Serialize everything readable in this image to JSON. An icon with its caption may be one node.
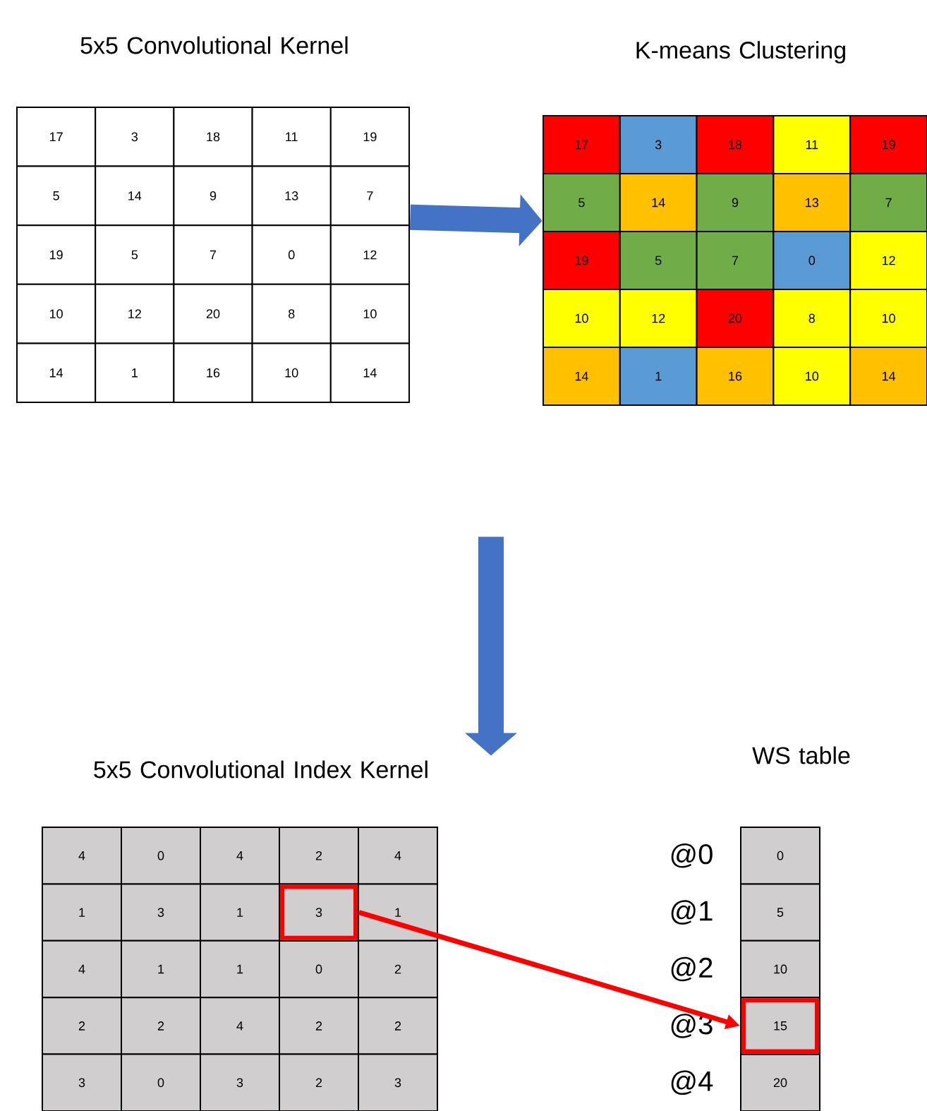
{
  "diagram": {
    "nodes": [
      {
        "text": [
          "5x5 Convolutional Kernel"
        ]
      },
      {
        "text": [
          "K-means Clustering"
        ]
      },
      {
        "text": [
          "5x5 Convolutional Index Kernel"
        ]
      },
      {
        "text": [
          "3"
        ],
        "in": 2
      },
      {
        "text": [
          "WS table"
        ]
      },
      {
        "text": [
          "15"
        ],
        "in": 4
      }
    ],
    "edges": [
      {
        "from": 0,
        "to": 1,
        "arrow": "to"
      },
      {
        "from": null,
        "to": 2,
        "arrow": "to"
      },
      {
        "from": 3,
        "to": 5,
        "arrow": "to",
        "color": "#ff0000"
      }
    ],
    "labels": [
      "17",
      "3",
      "18",
      "11",
      "19",
      "5",
      "14",
      "9",
      "13",
      "7",
      "19",
      "5",
      "7",
      "0",
      "12",
      "10",
      "12",
      "20",
      "8",
      "10",
      "14",
      "1",
      "16",
      "10",
      "14",
      "17",
      "3",
      "18",
      "11",
      "19",
      "5",
      "14",
      "9",
      "13",
      "7",
      "19",
      "5",
      "7",
      "0",
      "12",
      "10",
      "12",
      "20",
      "8",
      "10",
      "14",
      "1",
      "16",
      "10",
      "14",
      "4",
      "0",
      "4",
      "2",
      "4",
      "1",
      "3",
      "1",
      "1",
      "4",
      "1",
      "1",
      "0",
      "2",
      "2",
      "2",
      "4",
      "2",
      "2",
      "3",
      "0",
      "3",
      "2",
      "3",
      "@0",
      "0",
      "@1",
      "5",
      "@2",
      "10",
      "@3",
      "@4",
      "20"
    ]
  }
}
